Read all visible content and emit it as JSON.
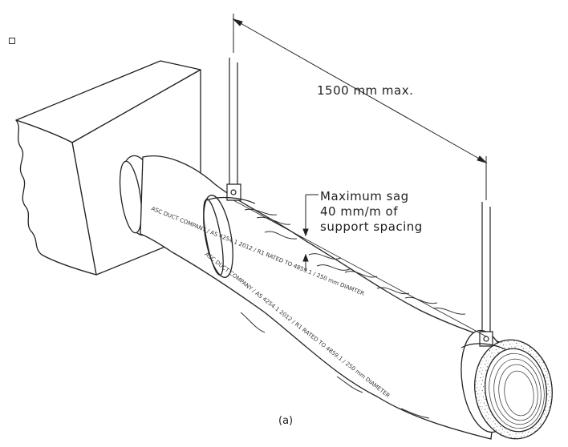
{
  "figure": {
    "dimension_label": "1500 mm max.",
    "sag_note": [
      "Maximum sag",
      "40 mm/m of",
      "support spacing"
    ],
    "caption": "(a)",
    "duct_print_1": "ASC DUCT COMPANY / AS 4254.1 2012 / R1 RATED TO 4859.1 / 250 mm DIAMTER",
    "duct_print_2": "ASC DUCT COMPANY / AS 4254.1 2012 / R1 RATED TO 4859.1 / 250 mm DIAMETER"
  }
}
